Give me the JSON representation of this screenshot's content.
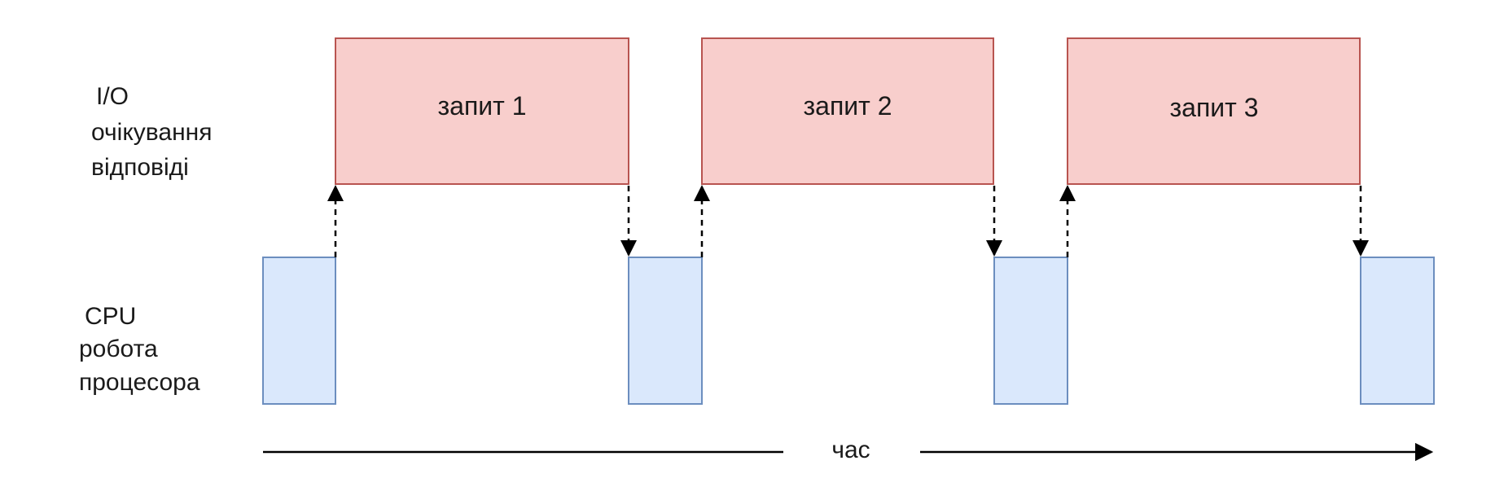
{
  "rows": {
    "io": {
      "title": "I/O",
      "subtitle_lines": [
        "очікування",
        "відповіді"
      ]
    },
    "cpu": {
      "title": "CPU",
      "subtitle_lines": [
        "робота",
        "процесора"
      ]
    }
  },
  "io_blocks": [
    {
      "label": "запит 1"
    },
    {
      "label": "запит 2"
    },
    {
      "label": "запит 3"
    }
  ],
  "time_axis": {
    "label": "час"
  },
  "colors": {
    "io_fill": "#f8cecc",
    "io_stroke": "#b85450",
    "cpu_fill": "#dae8fc",
    "cpu_stroke": "#6c8ebf",
    "arrow": "#000000"
  }
}
